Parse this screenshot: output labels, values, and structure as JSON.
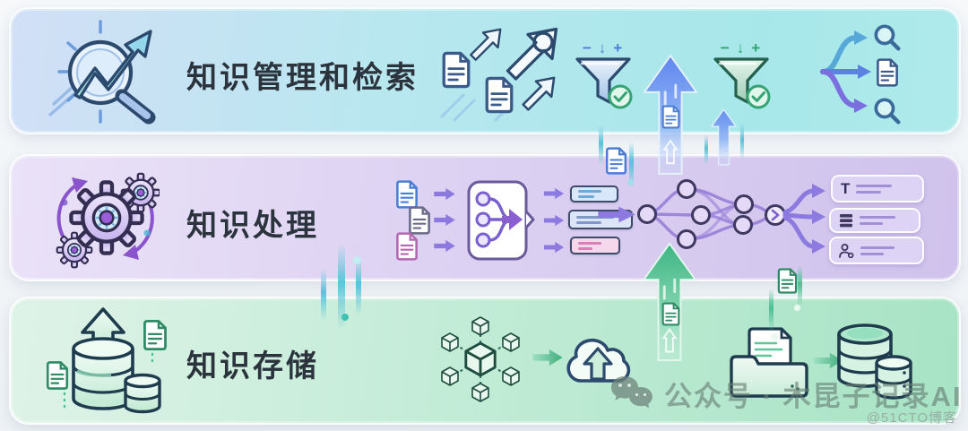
{
  "bands": [
    {
      "id": "retrieval",
      "title": "知识管理和检索"
    },
    {
      "id": "processing",
      "title": "知识处理"
    },
    {
      "id": "storage",
      "title": "知识存储"
    }
  ],
  "filter_controls": {
    "minus": "−",
    "down_arrow": "↓",
    "plus": "+"
  },
  "processing_outputs": {
    "text_card_glyph": "T"
  },
  "watermark": {
    "account": "公众号 · 木昆子记录AI",
    "site_badge": "@51CTO博客"
  },
  "colors": {
    "retrieval-left": "#d2dff6",
    "retrieval-right": "#a7e7ea",
    "processing-left": "#eae2f8",
    "processing-right": "#cfc2ec",
    "storage-left": "#dff3e8",
    "storage-right": "#a8e3c5",
    "title-ink": "#2b333d",
    "accent-blue": "#5b86ee",
    "accent-purple": "#8a6fd6",
    "accent-green": "#45bb8b",
    "watermark-ink": "rgba(104,126,116,.62)"
  }
}
